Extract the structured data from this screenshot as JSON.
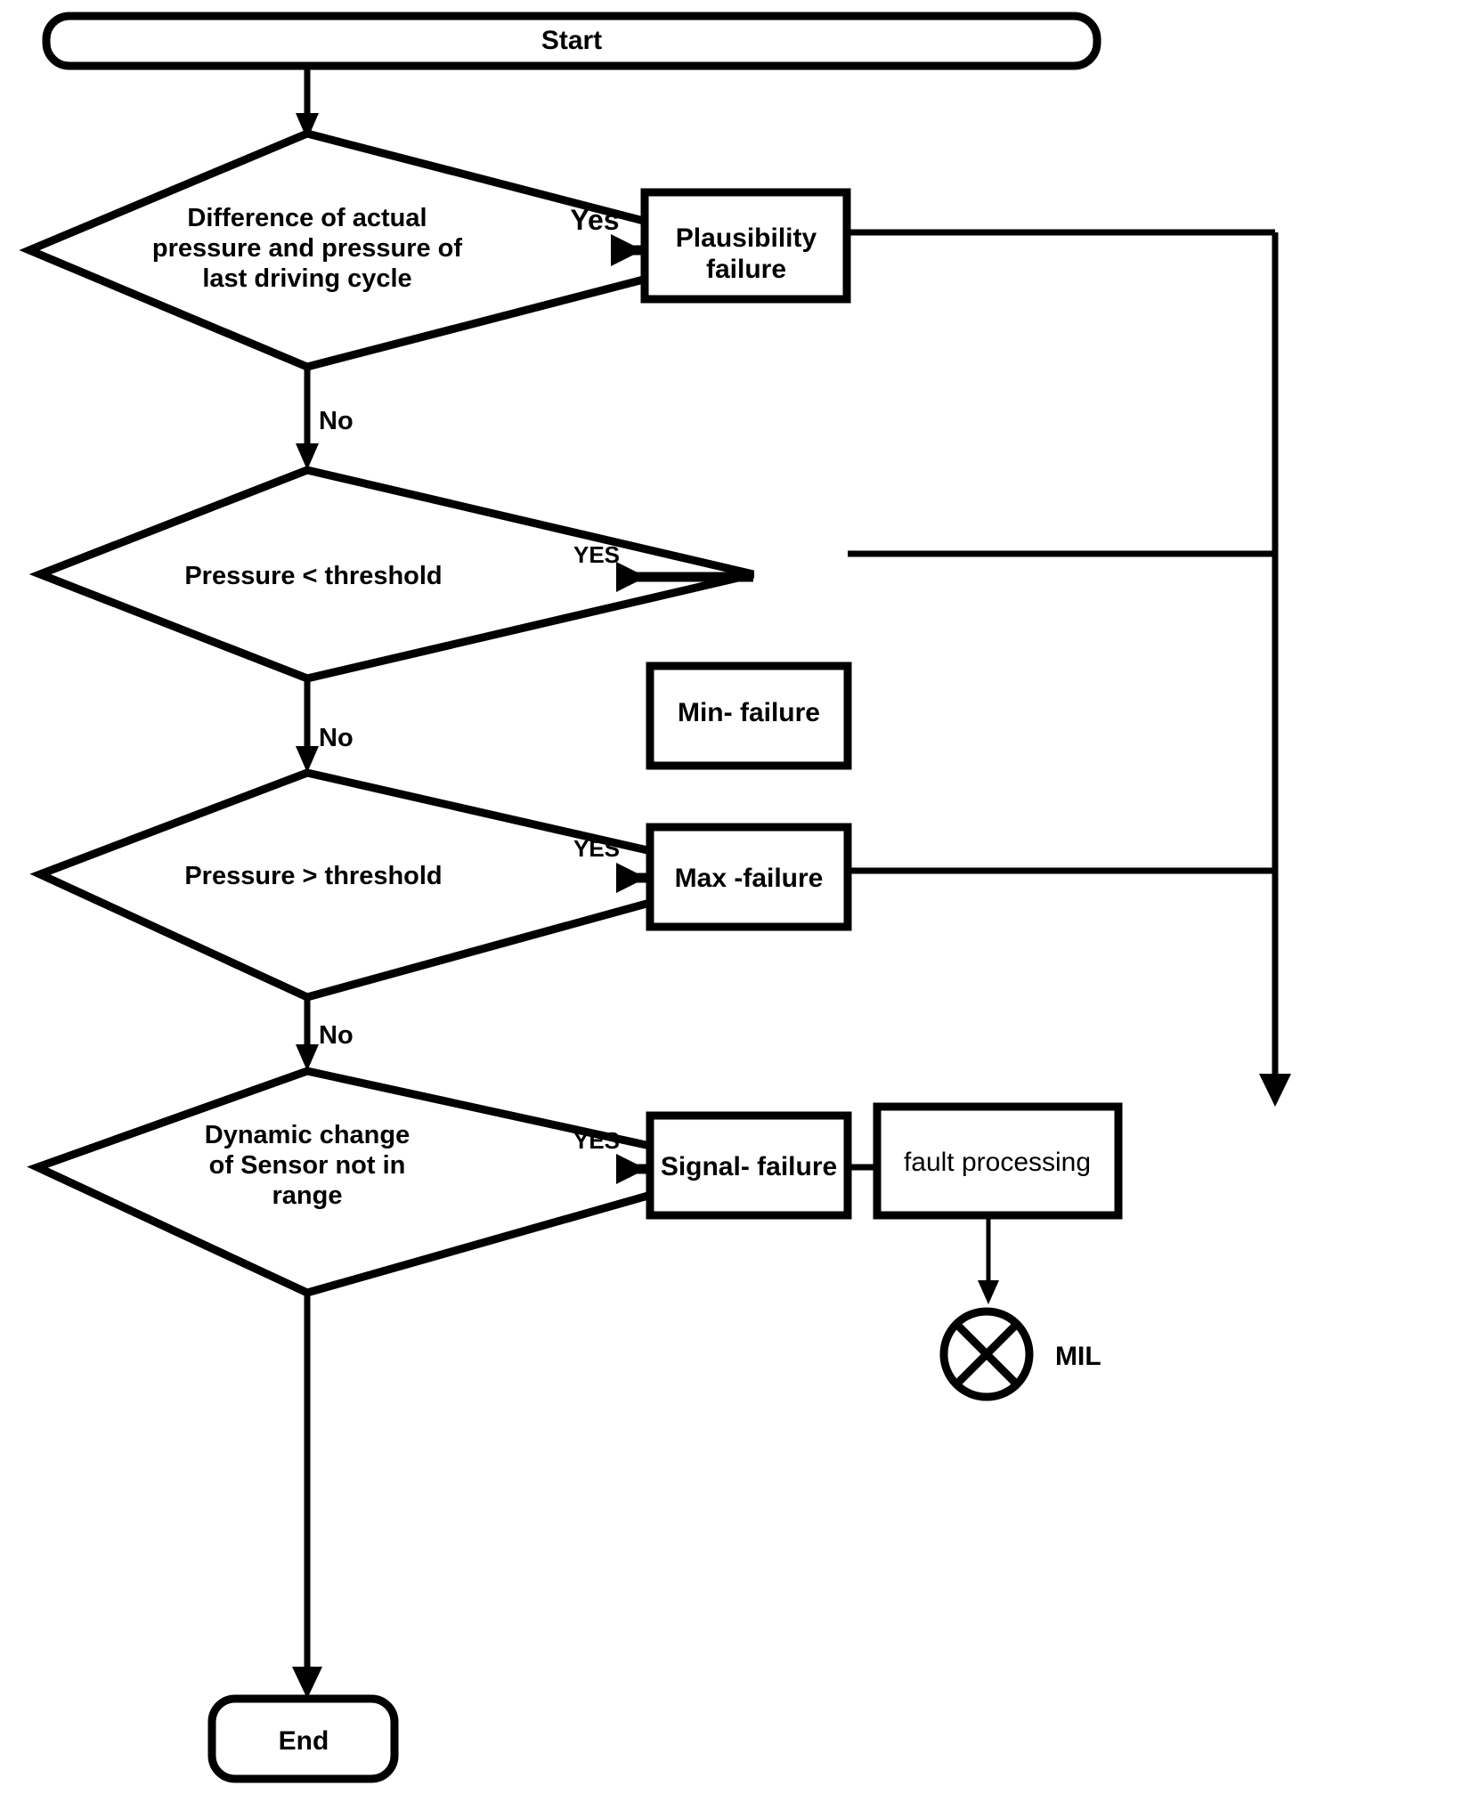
{
  "diagram": {
    "title": "Tyre pressure sensor fault diagnosis flowchart",
    "nodes": {
      "start": {
        "label": "Start",
        "type": "terminal"
      },
      "decision_plausibility": {
        "label_lines": [
          "Difference of  actual",
          "pressure and pressure of",
          "last driving cycle"
        ],
        "type": "decision"
      },
      "decision_min": {
        "label_lines": [
          "Pressure < threshold"
        ],
        "type": "decision"
      },
      "decision_max": {
        "label_lines": [
          "Pressure > threshold"
        ],
        "type": "decision"
      },
      "decision_signal": {
        "label_lines": [
          "Dynamic change",
          "of Sensor not in",
          "range"
        ],
        "type": "decision"
      },
      "plausibility_failure": {
        "label_lines": [
          "Plausibility",
          "failure"
        ],
        "type": "process"
      },
      "min_failure": {
        "label_lines": [
          "Min- failure"
        ],
        "type": "process"
      },
      "max_failure": {
        "label_lines": [
          "Max -failure"
        ],
        "type": "process"
      },
      "signal_failure": {
        "label_lines": [
          "Signal- failure"
        ],
        "type": "process"
      },
      "fault_processing": {
        "label_lines": [
          "fault processing"
        ],
        "type": "process"
      },
      "mil": {
        "label": "MIL",
        "type": "lamp-indicator"
      },
      "end": {
        "label": "End",
        "type": "terminal"
      }
    },
    "edge_labels": {
      "plausibility_yes": "Yes",
      "plausibility_no": "No",
      "min_yes": "YES",
      "min_no": "No",
      "max_yes": "YES",
      "max_no": "No",
      "signal_yes": "YES"
    },
    "colors": {
      "stroke": "#000000",
      "fill": "#ffffff",
      "text": "#000000"
    }
  }
}
